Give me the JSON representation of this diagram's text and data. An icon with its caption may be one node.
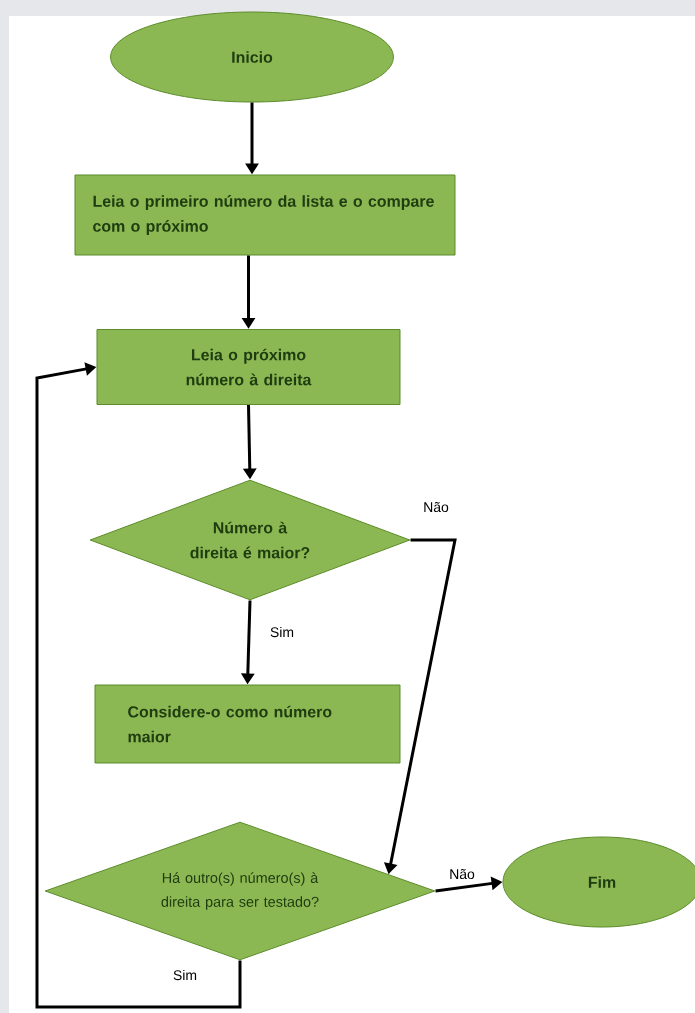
{
  "diagram": {
    "nodes": [
      {
        "text": [
          "Inicio"
        ]
      },
      {
        "text": [
          "Leia o primeiro número da lista e o compare com o próximo"
        ]
      },
      {
        "text": [
          "Leia o próximo número à direita"
        ]
      },
      {
        "text": [
          "Número à direita é maior?"
        ]
      },
      {
        "text": [
          "Considere-o como número maior"
        ]
      },
      {
        "text": [
          "Há outro(s) número(s) à direita para ser testado?"
        ]
      },
      {
        "text": [
          "Fim"
        ]
      }
    ],
    "edges": [
      {
        "from": 0,
        "to": 1,
        "arrow": "to"
      },
      {
        "from": 1,
        "to": 2,
        "arrow": "to"
      },
      {
        "from": 2,
        "to": 3,
        "arrow": "to"
      },
      {
        "from": 3,
        "to": 4,
        "arrow": "to",
        "label": "Sim"
      },
      {
        "from": 3,
        "to": 5,
        "arrow": "to",
        "label": "Não"
      },
      {
        "from": 5,
        "to": 6,
        "arrow": "to",
        "label": "Não"
      },
      {
        "from": 5,
        "to": 2,
        "arrow": "to",
        "label": "Sim"
      }
    ]
  }
}
